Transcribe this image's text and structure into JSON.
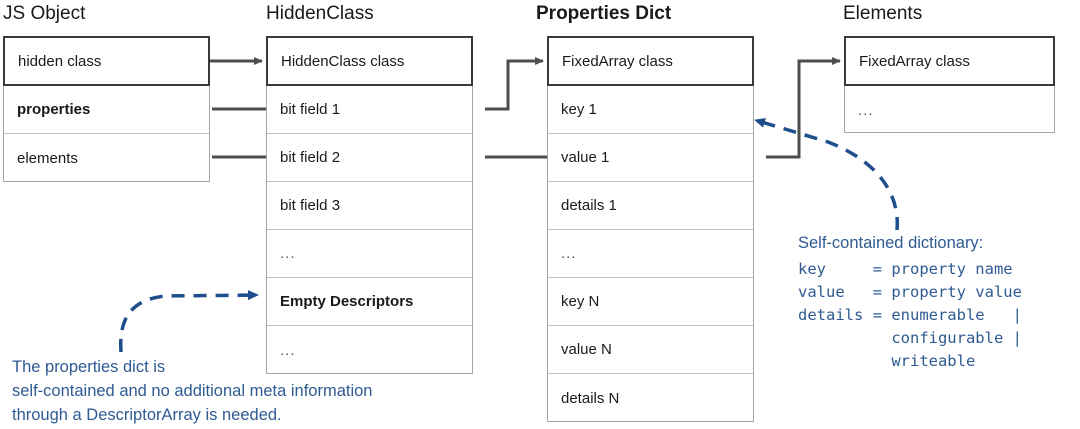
{
  "diagram": {
    "title_bar_colors": {
      "box_border": "#a6a6a6",
      "row_divider": "#bfbfbf",
      "map_row_border": "#3a3a3a",
      "connector": "#4d4d4d",
      "annotation_blue": "#2f5a92"
    },
    "columns": [
      {
        "id": "js-object",
        "header": "JS Object",
        "rows": [
          {
            "label": "hidden class",
            "style": "map"
          },
          {
            "label": "properties",
            "style": "bold"
          },
          {
            "label": "elements",
            "style": "normal"
          }
        ]
      },
      {
        "id": "hidden-class",
        "header": "HiddenClass",
        "rows": [
          {
            "label": "HiddenClass class",
            "style": "map"
          },
          {
            "label": "bit field 1",
            "style": "normal"
          },
          {
            "label": "bit field 2",
            "style": "normal"
          },
          {
            "label": "bit field 3",
            "style": "normal"
          },
          {
            "label": "...",
            "style": "ellipsis"
          },
          {
            "label": "Empty Descriptors",
            "style": "bold"
          },
          {
            "label": "...",
            "style": "ellipsis"
          }
        ]
      },
      {
        "id": "properties-dict",
        "header": "Properties Dict",
        "header_bold": true,
        "rows": [
          {
            "label": "FixedArray class",
            "style": "map"
          },
          {
            "label": "key 1",
            "style": "normal"
          },
          {
            "label": "value 1",
            "style": "normal"
          },
          {
            "label": "details 1",
            "style": "normal"
          },
          {
            "label": "...",
            "style": "ellipsis"
          },
          {
            "label": "key N",
            "style": "normal"
          },
          {
            "label": "value N",
            "style": "normal"
          },
          {
            "label": "details N",
            "style": "normal"
          }
        ]
      },
      {
        "id": "elements",
        "header": "Elements",
        "rows": [
          {
            "label": "FixedArray class",
            "style": "map"
          },
          {
            "label": "...",
            "style": "ellipsis"
          }
        ]
      }
    ],
    "annotations": {
      "bottom_left": {
        "lines": [
          "The properties dict is",
          "self-contained and no additional meta information",
          "through a DescriptorArray is needed."
        ],
        "points_to": "Empty Descriptors"
      },
      "right": {
        "heading": "Self-contained dictionary:",
        "mono_lines": [
          "key     = property name",
          "value   = property value",
          "details = enumerable   |",
          "          configurable |",
          "          writeable"
        ],
        "points_to": "key 1 / value 1"
      }
    },
    "connectors": [
      {
        "from": "js-object.hidden class",
        "to": "hidden-class.HiddenClass class",
        "kind": "arrow"
      },
      {
        "from": "js-object.properties",
        "to": "hidden-class.bit field 1",
        "kind": "line"
      },
      {
        "from": "js-object.elements",
        "to": "hidden-class.bit field 2",
        "kind": "line"
      },
      {
        "from": "hidden-class.bit field 1",
        "to": "properties-dict.FixedArray class",
        "kind": "elbow-arrow"
      },
      {
        "from": "hidden-class.bit field 2",
        "to": "properties-dict.value 1",
        "kind": "line"
      },
      {
        "from": "properties-dict.value 1",
        "to": "elements.FixedArray class",
        "kind": "elbow-arrow"
      }
    ]
  }
}
